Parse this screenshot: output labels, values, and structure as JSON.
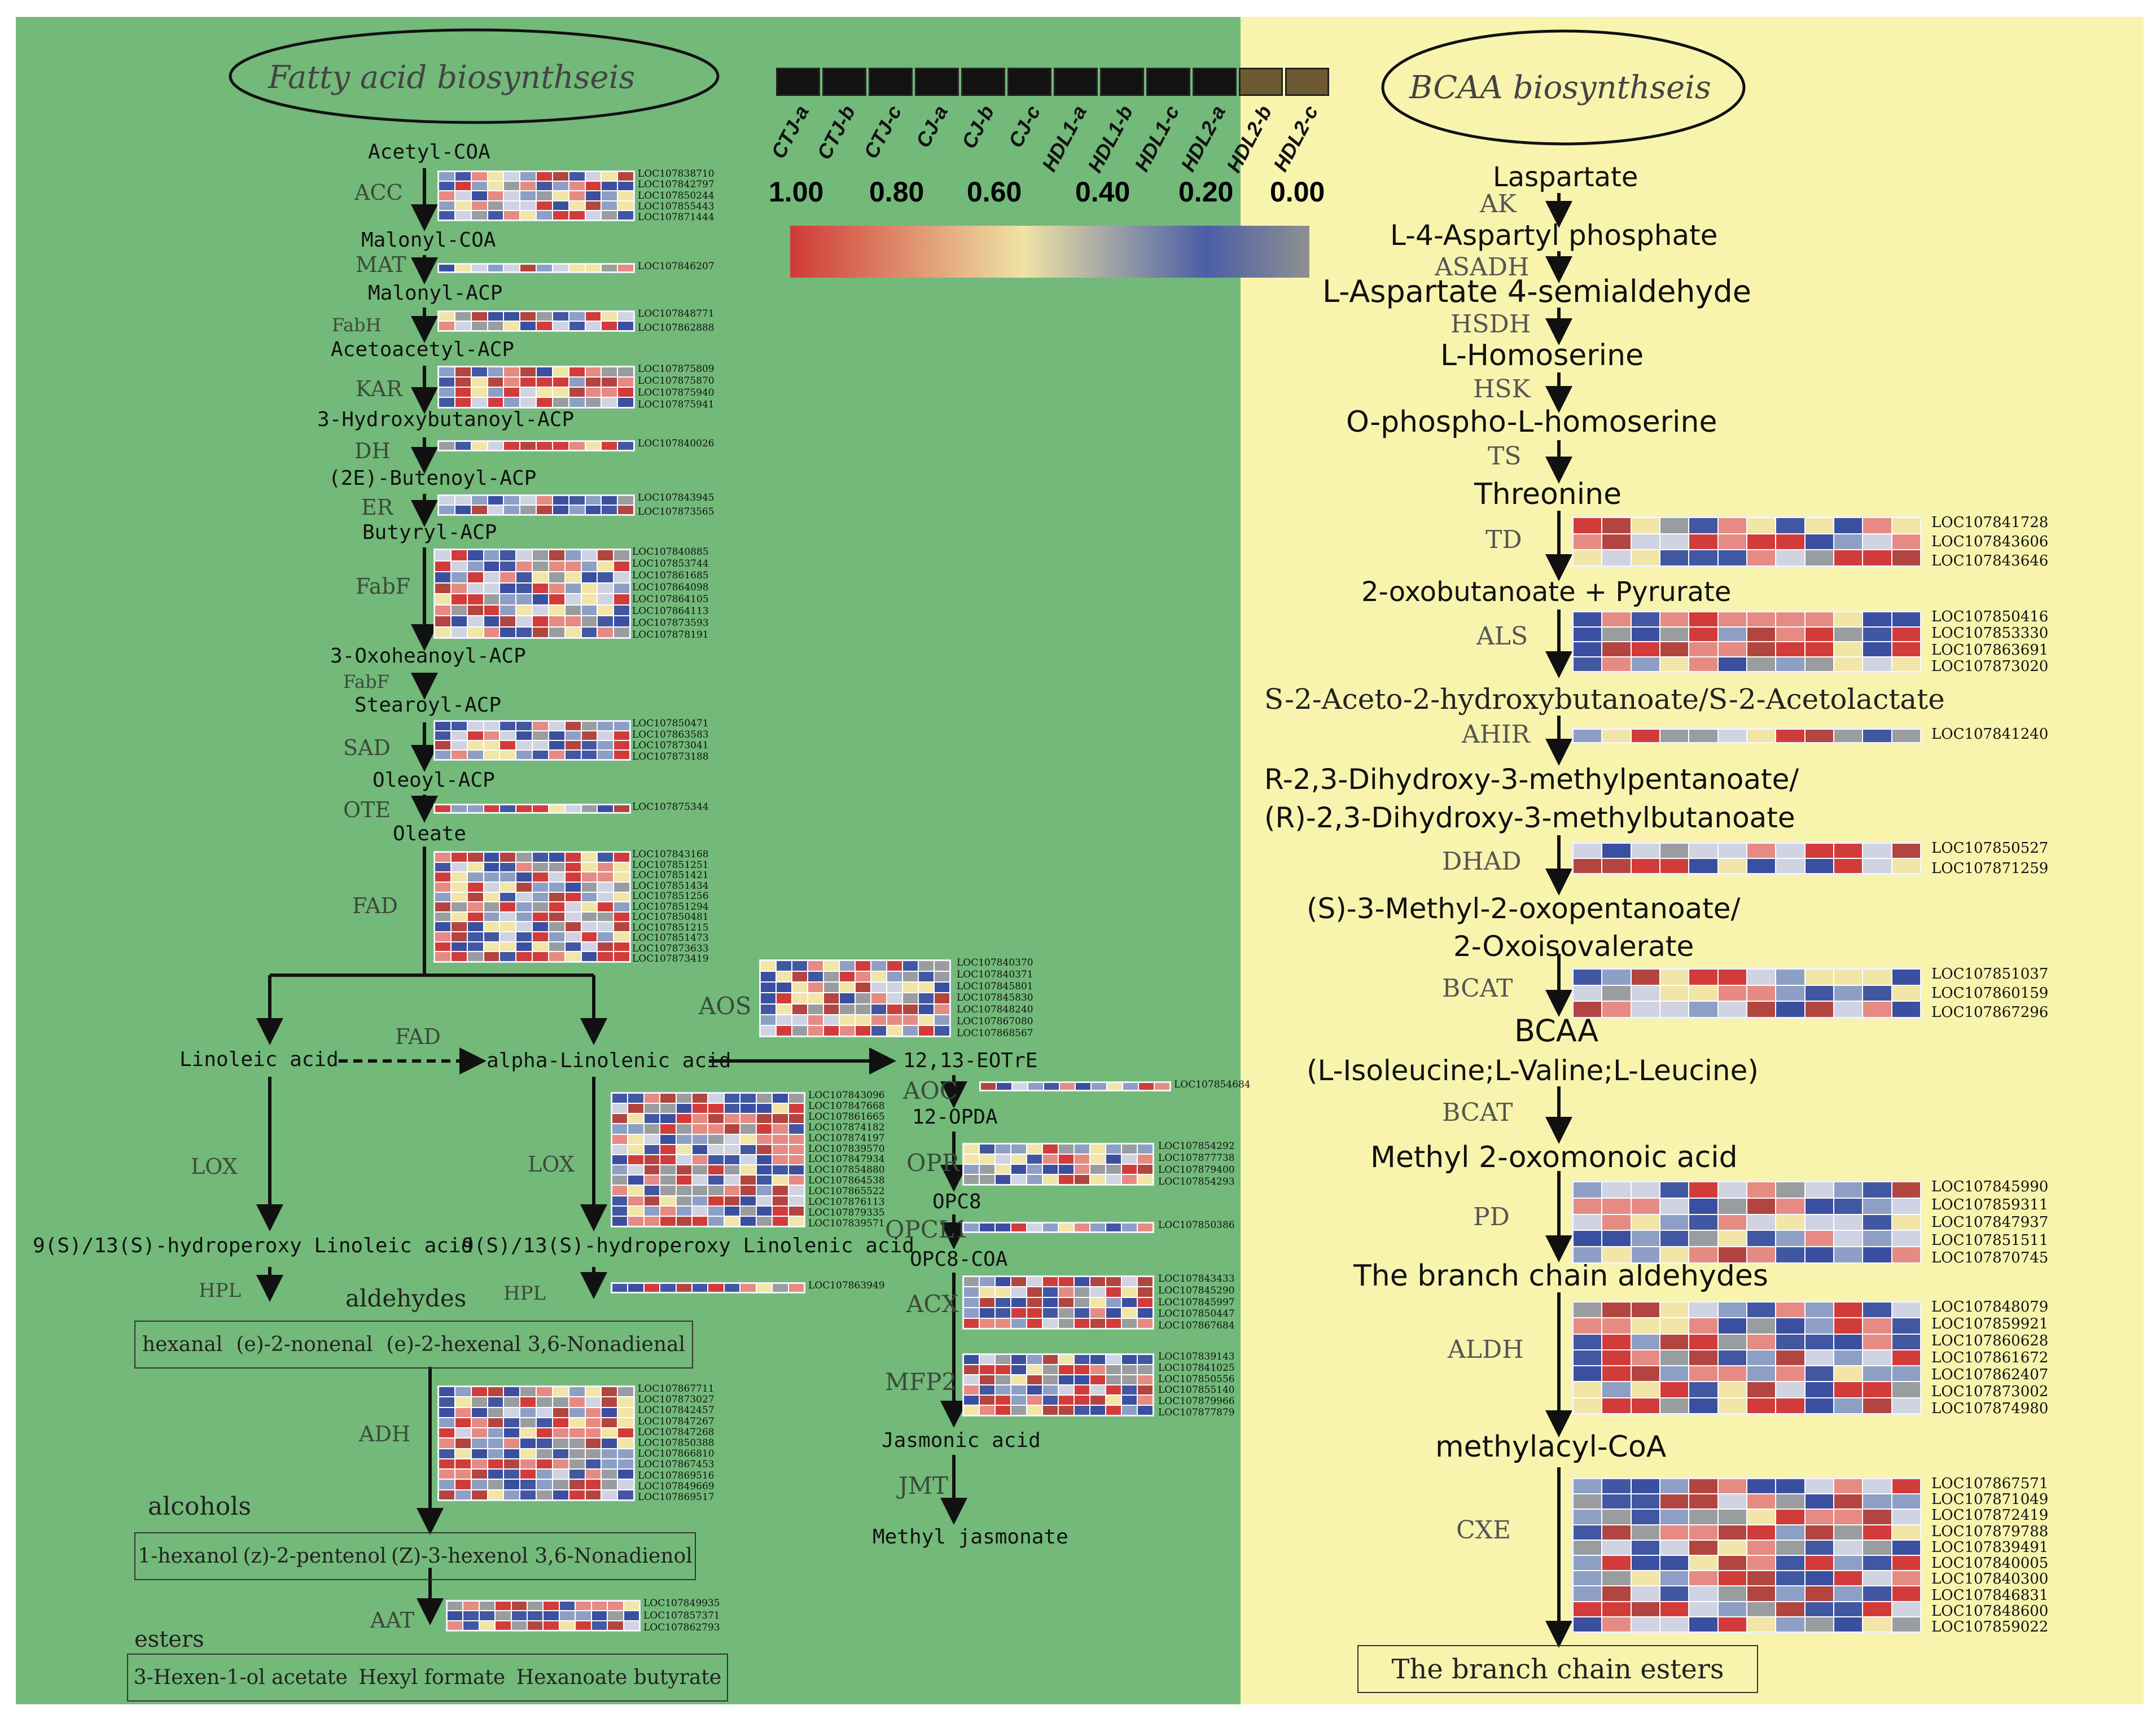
{
  "titles": {
    "fatty": "Fatty acid biosynthseis",
    "bcaa": "BCAA biosynthseis"
  },
  "legend": {
    "samples": [
      "CTJ-a",
      "CTJ-b",
      "CTJ-c",
      "CJ-a",
      "CJ-b",
      "CJ-c",
      "HDL1-a",
      "HDL1-b",
      "HDL1-c",
      "HDL2-a",
      "HDL2-b",
      "HDL2-c"
    ],
    "scale": [
      "1.00",
      "0.80",
      "0.60",
      "0.40",
      "0.20",
      "0.00"
    ],
    "colors": {
      "high": "#d03a36",
      "mid": "#efe3a5",
      "low": "#4a5ea6",
      "min": "#8f9090"
    }
  },
  "fatty": {
    "compounds": {
      "acetyl_coa": "Acetyl-COA",
      "malonyl_coa": "Malonyl-COA",
      "malonyl_acp": "Malonyl-ACP",
      "acetoacetyl_acp": "Acetoacetyl-ACP",
      "hydroxybutanoyl_acp": "3-Hydroxybutanoyl-ACP",
      "butenoyl_acp": "(2E)-Butenoyl-ACP",
      "butyryl_acp": "Butyryl-ACP",
      "oxoheanoyl_acp": "3-Oxoheanoyl-ACP",
      "stearoyl_acp": "Stearoyl-ACP",
      "oleoyl_acp": "Oleoyl-ACP",
      "oleate": "Oleate",
      "linoleic": "Linoleic acid",
      "alpha_linolenic": "alpha-Linolenic acid",
      "eotre": "12,13-EOTrE",
      "opda": "12-OPDA",
      "opc8": "OPC8",
      "opc8_coa": "OPC8-COA",
      "jasmonic": "Jasmonic acid",
      "methyl_jasmonate": "Methyl jasmonate",
      "hydroperoxy_linoleic": "9(S)/13(S)-hydroperoxy Linoleic acid",
      "hydroperoxy_linolenic": "9(S)/13(S)-hydroperoxy Linolenic acid"
    },
    "enzymes": {
      "acc": "ACC",
      "mat": "MAT",
      "fabh": "FabH",
      "kar": "KAR",
      "dh": "DH",
      "er": "ER",
      "fabf": "FabF",
      "fabf2": "FabF",
      "sad": "SAD",
      "ote": "OTE",
      "fad": "FAD",
      "fad2": "FAD",
      "lox": "LOX",
      "lox2": "LOX",
      "hpl": "HPL",
      "hpl2": "HPL",
      "adh": "ADH",
      "aat": "AAT",
      "aos": "AOS",
      "aoc": "AOC",
      "opr": "OPR",
      "opcl1": "OPCL1",
      "acx": "ACX",
      "mfp2": "MFP2",
      "jmt": "JMT"
    },
    "groups": {
      "aldehydes": {
        "label": "aldehydes",
        "items": [
          "hexanal",
          "(e)-2-nonenal",
          "(e)-2-hexenal 3,6-Nonadienal"
        ]
      },
      "alcohols": {
        "label": "alcohols",
        "items": [
          "1-hexanol",
          "(z)-2-pentenol",
          "(Z)-3-hexenol 3,6-Nonadienol"
        ]
      },
      "esters": {
        "label": "esters",
        "items": [
          "3-Hexen-1-ol acetate",
          "Hexyl formate",
          "Hexanoate butyrate"
        ]
      }
    }
  },
  "bcaa": {
    "compounds": {
      "laspartate": "Laspartate",
      "aspartyl_phosphate": "L-4-Aspartyl phosphate",
      "semialdehyde": "L-Aspartate 4-semialdehyde",
      "homoserine": "L-Homoserine",
      "phospho_homoserine": "O-phospho-L-homoserine",
      "threonine": "Threonine",
      "oxobutanoate": "2-oxobutanoate + Pyrurate",
      "aceto": "S-2-Aceto-2-hydroxybutanoate/S-2-Acetolactate",
      "dihydroxy1": "R-2,3-Dihydroxy-3-methylpentanoate/",
      "dihydroxy2": "(R)-2,3-Dihydroxy-3-methylbutanoate",
      "methyl_oxo1": "(S)-3-Methyl-2-oxopentanoate/",
      "methyl_oxo2": "2-Oxoisovalerate",
      "bcaa": "BCAA",
      "bcaa_list": "(L-Isoleucine;L-Valine;L-Leucine)",
      "methyl_oxomonoic": "Methyl 2-oxomonoic acid",
      "aldehydes": "The branch chain aldehydes",
      "methylacyl": "methylacyl-CoA",
      "esters": "The branch chain esters"
    },
    "enzymes": {
      "ak": "AK",
      "asadh": "ASADH",
      "hsdh": "HSDH",
      "hsk": "HSK",
      "ts": "TS",
      "td": "TD",
      "als": "ALS",
      "ahir": "AHIR",
      "dhad": "DHAD",
      "bcat": "BCAT",
      "bcat2": "BCAT",
      "pd": "PD",
      "aldh": "ALDH",
      "cxe": "CXE"
    }
  },
  "heatmaps": [
    {
      "id": "acc",
      "genes": [
        "LOC107838710",
        "LOC107842797",
        "LOC107850244",
        "LOC107855443",
        "LOC107871444"
      ]
    },
    {
      "id": "mat",
      "genes": [
        "LOC107846207"
      ]
    },
    {
      "id": "fabh",
      "genes": [
        "LOC107848771",
        "LOC107862888"
      ]
    },
    {
      "id": "kar",
      "genes": [
        "LOC107875809",
        "LOC107875870",
        "LOC107875940",
        "LOC107875941"
      ]
    },
    {
      "id": "dh",
      "genes": [
        "LOC107840026"
      ]
    },
    {
      "id": "er",
      "genes": [
        "LOC107843945",
        "LOC107873565"
      ]
    },
    {
      "id": "fabf",
      "genes": [
        "LOC107840885",
        "LOC107853744",
        "LOC107861685",
        "LOC107864098",
        "LOC107864105",
        "LOC107864113",
        "LOC107873593",
        "LOC107878191"
      ]
    },
    {
      "id": "sad",
      "genes": [
        "LOC107850471",
        "LOC107863583",
        "LOC107873041",
        "LOC107873188"
      ]
    },
    {
      "id": "ote",
      "genes": [
        "LOC107875344"
      ]
    },
    {
      "id": "fad",
      "genes": [
        "LOC107843168",
        "LOC107851251",
        "LOC107851421",
        "LOC107851434",
        "LOC107851256",
        "LOC107851294",
        "LOC107850481",
        "LOC107851215",
        "LOC107851473",
        "LOC107873633",
        "LOC107873419"
      ]
    },
    {
      "id": "aos",
      "genes": [
        "LOC107840370",
        "LOC107840371",
        "LOC107845801",
        "LOC107845830",
        "LOC107848240",
        "LOC107867080",
        "LOC107868567"
      ]
    },
    {
      "id": "aoc",
      "genes": [
        "LOC107854684"
      ]
    },
    {
      "id": "lox",
      "genes": [
        "LOC107843096",
        "LOC107847668",
        "LOC107861665",
        "LOC107874182",
        "LOC107874197",
        "LOC107839570",
        "LOC107847934",
        "LOC107854880",
        "LOC107864538",
        "LOC107865522",
        "LOC107876113",
        "LOC107879335",
        "LOC107839571"
      ]
    },
    {
      "id": "opr",
      "genes": [
        "LOC107854292",
        "LOC107877738",
        "LOC107879400",
        "LOC107854293"
      ]
    },
    {
      "id": "opcl1",
      "genes": [
        "LOC107850386"
      ]
    },
    {
      "id": "hpl",
      "genes": [
        "LOC107863949"
      ]
    },
    {
      "id": "acx",
      "genes": [
        "LOC107843433",
        "LOC107845290",
        "LOC107845997",
        "LOC107850447",
        "LOC107867684"
      ]
    },
    {
      "id": "mfp2",
      "genes": [
        "LOC107839143",
        "LOC107841025",
        "LOC107850556",
        "LOC107855140",
        "LOC107879966",
        "LOC107877879"
      ]
    },
    {
      "id": "adh",
      "genes": [
        "LOC107867711",
        "LOC107873027",
        "LOC107842457",
        "LOC107847267",
        "LOC107847268",
        "LOC107850388",
        "LOC107866810",
        "LOC107867453",
        "LOC107869516",
        "LOC107849669",
        "LOC107869517"
      ]
    },
    {
      "id": "aat",
      "genes": [
        "LOC107849935",
        "LOC107857371",
        "LOC107862793"
      ]
    },
    {
      "id": "td",
      "genes": [
        "LOC107841728",
        "LOC107843606",
        "LOC107843646"
      ]
    },
    {
      "id": "als",
      "genes": [
        "LOC107850416",
        "LOC107853330",
        "LOC107863691",
        "LOC107873020"
      ]
    },
    {
      "id": "ahir",
      "genes": [
        "LOC107841240"
      ]
    },
    {
      "id": "dhad",
      "genes": [
        "LOC107850527",
        "LOC107871259"
      ]
    },
    {
      "id": "bcat",
      "genes": [
        "LOC107851037",
        "LOC107860159",
        "LOC107867296"
      ]
    },
    {
      "id": "pd",
      "genes": [
        "LOC107845990",
        "LOC107859311",
        "LOC107847937",
        "LOC107851511",
        "LOC107870745"
      ]
    },
    {
      "id": "aldh",
      "genes": [
        "LOC107848079",
        "LOC107859921",
        "LOC107860628",
        "LOC107861672",
        "LOC107862407",
        "LOC107873002",
        "LOC107874980"
      ]
    },
    {
      "id": "cxe",
      "genes": [
        "LOC107867571",
        "LOC107871049",
        "LOC107872419",
        "LOC107879788",
        "LOC107839491",
        "LOC107840005",
        "LOC107840300",
        "LOC107846831",
        "LOC107848600",
        "LOC107859022"
      ]
    }
  ]
}
